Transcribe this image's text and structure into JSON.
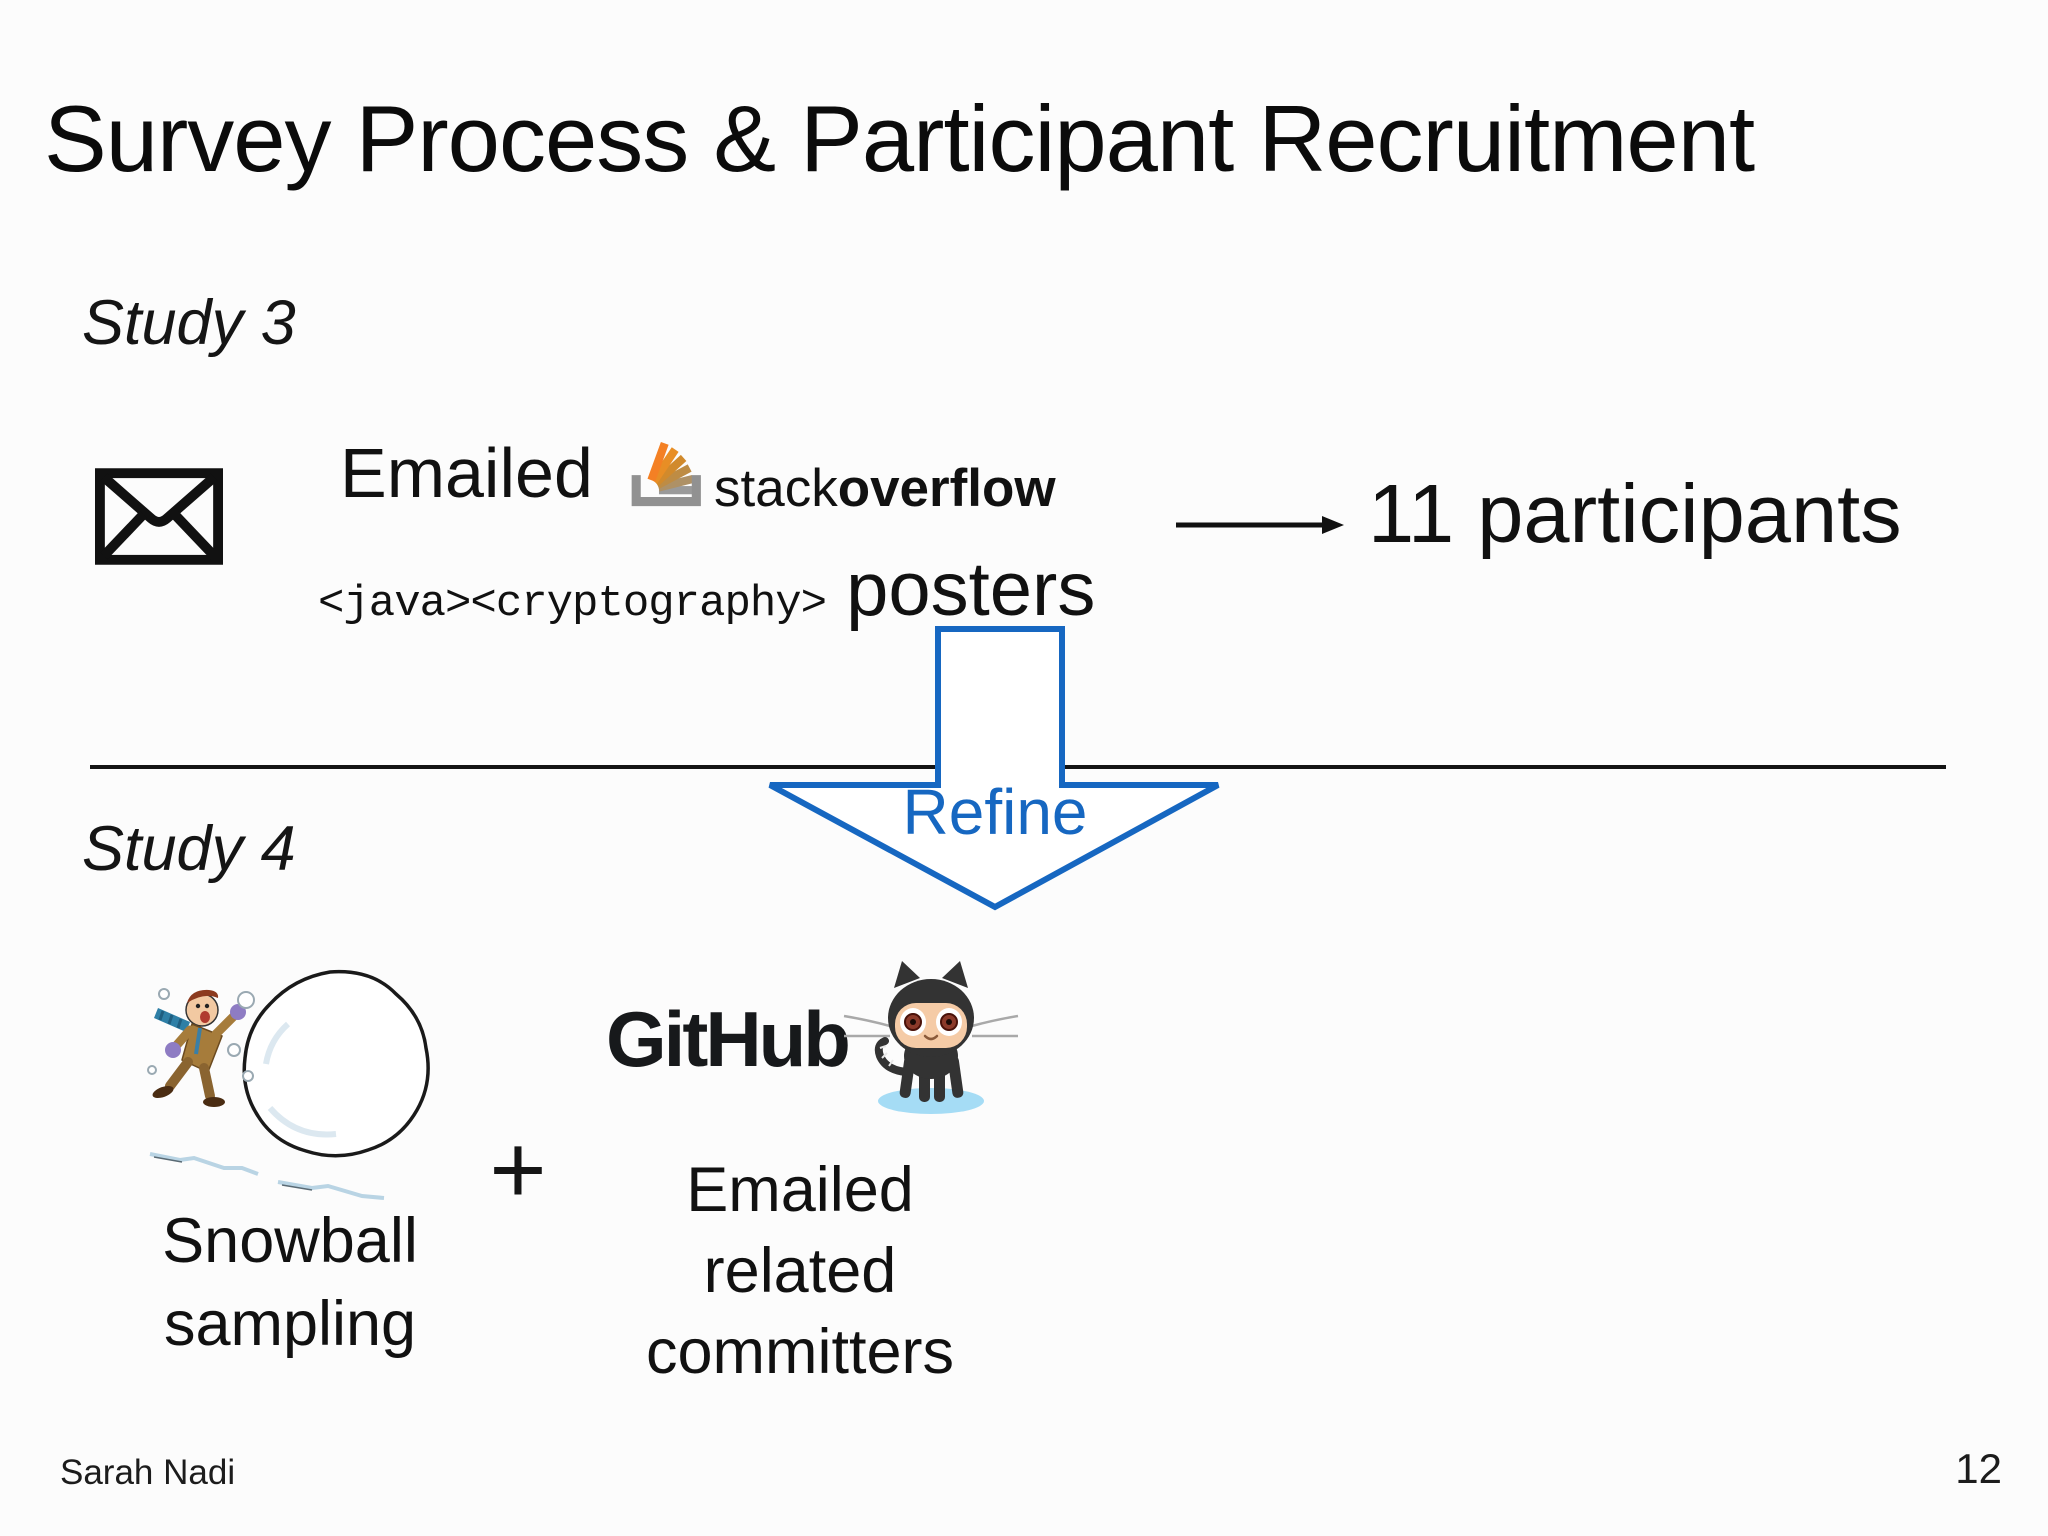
{
  "slide": {
    "title": "Survey Process & Participant Recruitment",
    "study3": {
      "label": "Study 3",
      "emailed_prefix": "Emailed",
      "so_logo_stack": "stack",
      "so_logo_overflow": "overflow",
      "tags_code": "<java><cryptography>",
      "posters_suffix": "posters",
      "result": "11 participants"
    },
    "refine": {
      "label": "Refine"
    },
    "study4": {
      "label": "Study 4",
      "snowball_caption": [
        "Snowball",
        "sampling"
      ],
      "plus": "+",
      "github_wordmark": "GitHub",
      "github_caption": [
        "Emailed",
        "related",
        "committers"
      ]
    },
    "footer": {
      "author": "Sarah Nadi",
      "page_number": "12"
    }
  },
  "colors": {
    "accent_blue": "#1667C1",
    "stackoverflow_orange": "#F48024",
    "stackoverflow_gray": "#919191",
    "octocat_body": "#333333",
    "octocat_face": "#F5CBA6",
    "puddle_blue": "#A5DCF5",
    "text_black": "#111111"
  },
  "icons": {
    "envelope": "envelope-icon",
    "stackoverflow": "stackoverflow-logo-icon",
    "arrow_right": "arrow-right-icon",
    "refine_arrow": "refine-down-arrow",
    "snowball": "snowball-cartoon-image",
    "octocat": "github-octocat-icon"
  }
}
